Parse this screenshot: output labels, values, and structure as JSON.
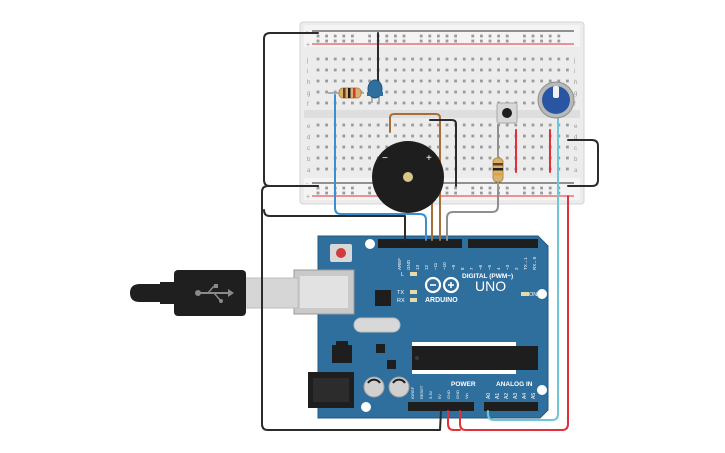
{
  "breadboard": {
    "row_letters_top": [
      "j",
      "i",
      "h",
      "g",
      "f"
    ],
    "row_letters_bottom": [
      "e",
      "d",
      "c",
      "b",
      "a"
    ],
    "rail_plus": "+",
    "rail_minus": "-"
  },
  "buzzer": {
    "minus_label": "−",
    "plus_label": "+"
  },
  "arduino": {
    "brand": "ARDUINO",
    "model": "UNO",
    "digital_label": "DIGITAL (PWM~)",
    "power_label": "POWER",
    "analog_label": "ANALOG IN",
    "on_label": "ON",
    "l_label": "L",
    "tx_label": "TX",
    "rx_label": "RX",
    "digital_pins": [
      "AREF",
      "GND",
      "13",
      "12",
      "~11",
      "~10",
      "~9",
      "8",
      "7",
      "~6",
      "~5",
      "4",
      "~3",
      "2",
      "TX→1",
      "RX←0"
    ],
    "power_pins": [
      "IOREF",
      "RESET",
      "3.3V",
      "5V",
      "GND",
      "GND",
      "Vin"
    ],
    "analog_pins": [
      "A0",
      "A1",
      "A2",
      "A3",
      "A4",
      "A5"
    ]
  },
  "colors": {
    "board_blue": "#2f6f9e",
    "breadboard": "#ececec",
    "wire_black": "#2b2b2b",
    "wire_blue": "#3a8fd0",
    "wire_red": "#e0303a",
    "wire_cyan": "#6fc7d6",
    "wire_brown": "#a86e3a",
    "wire_gray": "#8f8f8f"
  },
  "icons": {
    "usb_symbol": "usb-icon",
    "infinity_logo": "arduino-logo-icon"
  }
}
